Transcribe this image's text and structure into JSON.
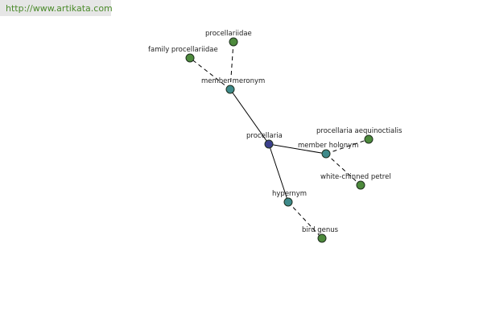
{
  "watermark": {
    "text": "http://www.artikata.com"
  },
  "colors": {
    "center": "#3b3f8c",
    "relation": "#3e8a8a",
    "leaf": "#4d8a3c",
    "watermark_text": "#4a8a2a",
    "watermark_bg": "#e6e6e6"
  },
  "graph": {
    "nodes": [
      {
        "id": "procellaria",
        "label": "procellaria",
        "kind": "center"
      },
      {
        "id": "member-meronym",
        "label": "member meronym",
        "kind": "relation"
      },
      {
        "id": "member-holonym",
        "label": "member holonym",
        "kind": "relation"
      },
      {
        "id": "hypernym",
        "label": "hypernym",
        "kind": "relation"
      },
      {
        "id": "procellariidae",
        "label": "procellariidae",
        "kind": "leaf"
      },
      {
        "id": "family-procellariidae",
        "label": "family procellariidae",
        "kind": "leaf"
      },
      {
        "id": "procellaria-aequinoctialis",
        "label": "procellaria aequinoctialis",
        "kind": "leaf"
      },
      {
        "id": "white-chinned-petrel",
        "label": "white-chinned petrel",
        "kind": "leaf"
      },
      {
        "id": "bird-genus",
        "label": "bird genus",
        "kind": "leaf"
      }
    ],
    "edges": [
      {
        "from": "procellaria",
        "to": "member-meronym",
        "style": "solid"
      },
      {
        "from": "procellaria",
        "to": "member-holonym",
        "style": "solid"
      },
      {
        "from": "procellaria",
        "to": "hypernym",
        "style": "solid"
      },
      {
        "from": "member-meronym",
        "to": "procellariidae",
        "style": "dashed"
      },
      {
        "from": "member-meronym",
        "to": "family-procellariidae",
        "style": "dashed"
      },
      {
        "from": "member-holonym",
        "to": "procellaria-aequinoctialis",
        "style": "dashed"
      },
      {
        "from": "member-holonym",
        "to": "white-chinned-petrel",
        "style": "dashed"
      },
      {
        "from": "hypernym",
        "to": "bird-genus",
        "style": "dashed"
      }
    ]
  }
}
